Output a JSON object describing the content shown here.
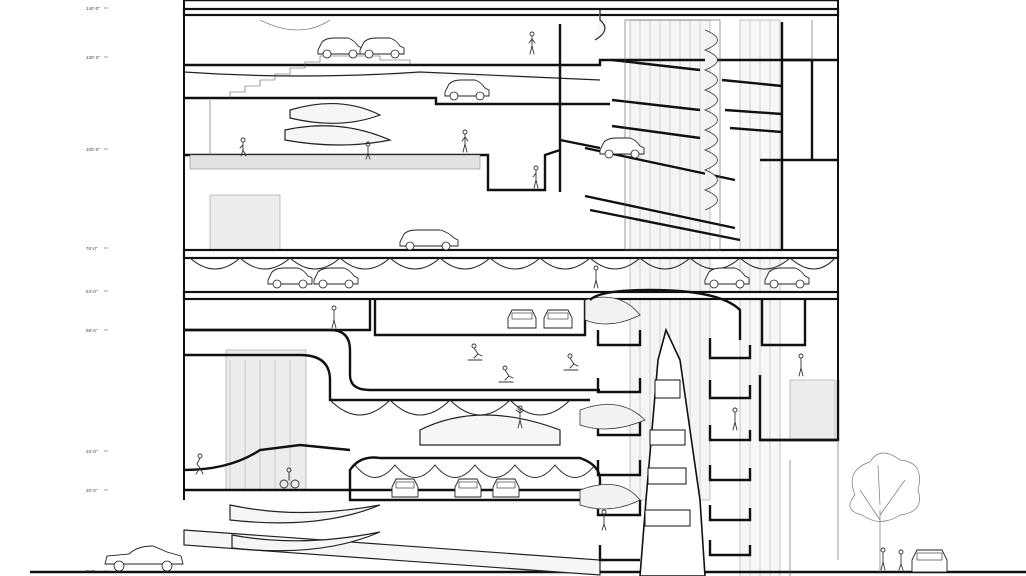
{
  "drawing": {
    "type": "building section",
    "level_labels": [
      "140'-0\"",
      "130'-0\"",
      "100'-0\"",
      "76'-0\"",
      "64'-0\"",
      "58'-0\"",
      "34'-0\"",
      "20'-0\"",
      "0'-0\""
    ]
  }
}
